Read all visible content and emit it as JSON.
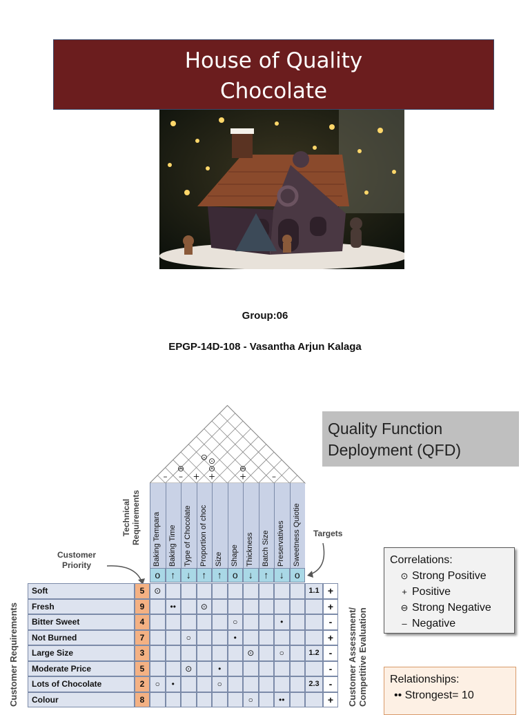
{
  "title": {
    "line1": "House of Quality",
    "line2": "Chocolate"
  },
  "group": "Group:06",
  "member": "EPGP-14D-108 - Vasantha Arjun Kalaga",
  "qfd_title": {
    "line1": "Quality Function",
    "line2": "Deployment (QFD)"
  },
  "labels": {
    "technical_requirements_1": "Technical",
    "technical_requirements_2": "Requirements",
    "customer_priority_1": "Customer",
    "customer_priority_2": "Priority",
    "targets": "Targets",
    "customer_requirements": "Customer Requirements",
    "customer_assessment_1": "Customer Assessment/",
    "customer_assessment_2": "Competitive Evaluation"
  },
  "tech_requirements": [
    "Baking Tempara",
    "Baking Time",
    "Type of Chocolate",
    "Proportion of choc",
    "Size",
    "Shape",
    "Thickness",
    "Batch Size",
    "Preservatives",
    "Sweetness Quiotie"
  ],
  "directions": [
    "o",
    "↑",
    "↓",
    "↑",
    "↑",
    "o",
    "↓",
    "↑",
    "↓",
    "o"
  ],
  "roof_symbols": [
    {
      "pos": "1-2",
      "sym": "–"
    },
    {
      "pos": "2-3",
      "sym": "–"
    },
    {
      "pos": "3-4",
      "sym": "+"
    },
    {
      "pos": "1-4",
      "sym": "⊖"
    },
    {
      "pos": "4-5",
      "sym": "+"
    },
    {
      "pos": "3-6",
      "sym": "⊙"
    },
    {
      "pos": "1-7",
      "sym": "⊙"
    },
    {
      "pos": "2-7",
      "sym": "⊙"
    },
    {
      "pos": "6-7",
      "sym": "+"
    },
    {
      "pos": "5-8",
      "sym": "⊖"
    },
    {
      "pos": "8-9",
      "sym": "–"
    }
  ],
  "requirements": [
    {
      "name": "Soft",
      "priority": "5",
      "cells": [
        "⊙",
        "",
        "",
        "",
        "",
        "",
        "",
        "",
        "",
        ""
      ],
      "target": "1.1",
      "eval": "+"
    },
    {
      "name": "Fresh",
      "priority": "9",
      "cells": [
        "",
        "••",
        "",
        "⊙",
        "",
        "",
        "",
        "",
        "",
        ""
      ],
      "target": "",
      "eval": "+"
    },
    {
      "name": "Bitter Sweet",
      "priority": "4",
      "cells": [
        "",
        "",
        "",
        "",
        "",
        "○",
        "",
        "",
        "•",
        ""
      ],
      "target": "",
      "eval": "-"
    },
    {
      "name": "Not Burned",
      "priority": "7",
      "cells": [
        "",
        "",
        "○",
        "",
        "",
        "•",
        "",
        "",
        "",
        ""
      ],
      "target": "",
      "eval": "+"
    },
    {
      "name": "Large Size",
      "priority": "3",
      "cells": [
        "",
        "",
        "",
        "",
        "",
        "",
        "⊙",
        "",
        "○",
        ""
      ],
      "target": "1.2",
      "eval": "-"
    },
    {
      "name": "Moderate Price",
      "priority": "5",
      "cells": [
        "",
        "",
        "⊙",
        "",
        "•",
        "",
        "",
        "",
        "",
        ""
      ],
      "target": "",
      "eval": "-"
    },
    {
      "name": "Lots of Chocolate",
      "priority": "2",
      "cells": [
        "○",
        "•",
        "",
        "",
        "○",
        "",
        "",
        "",
        "",
        ""
      ],
      "target": "2.3",
      "eval": "-"
    },
    {
      "name": "Colour",
      "priority": "8",
      "cells": [
        "",
        "",
        "",
        "",
        "",
        "",
        "○",
        "",
        "••",
        ""
      ],
      "target": "",
      "eval": "+"
    }
  ],
  "correlations": {
    "heading": "Correlations:",
    "items": [
      {
        "sym": "⊙",
        "label": "Strong Positive"
      },
      {
        "sym": "+",
        "label": "Positive"
      },
      {
        "sym": "⊖",
        "label": "Strong Negative"
      },
      {
        "sym": "–",
        "label": "Negative"
      }
    ]
  },
  "relationships": {
    "heading": "Relationships:",
    "items": [
      {
        "sym": "••",
        "label": "Strongest= 10"
      }
    ]
  },
  "colors": {
    "title_bg": "#6b1d1e",
    "header_bg": "#c9d2e6",
    "direction_bg": "#a9d8e6",
    "priority_bg": "#f4b183"
  }
}
